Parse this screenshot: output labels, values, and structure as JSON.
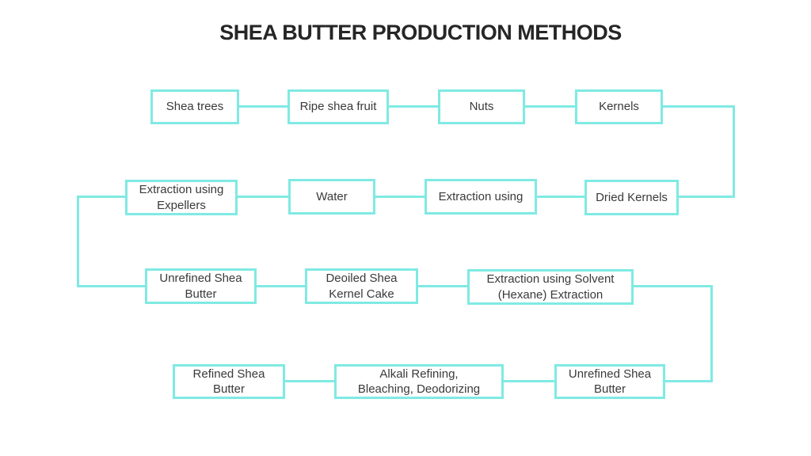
{
  "title": "SHEA BUTTER PRODUCTION METHODS",
  "colors": {
    "accent": "#7feae3",
    "text": "#3a3a3a",
    "title": "#262626",
    "background": "#ffffff"
  },
  "nodes": {
    "shea_trees": {
      "label": "Shea trees"
    },
    "ripe_shea_fruit": {
      "label": "Ripe shea fruit"
    },
    "nuts": {
      "label": "Nuts"
    },
    "kernels": {
      "label": "Kernels"
    },
    "extraction_expellers": {
      "label": "Extraction using\nExpellers"
    },
    "water": {
      "label": "Water"
    },
    "extraction_using": {
      "label": "Extraction using"
    },
    "dried_kernels": {
      "label": "Dried Kernels"
    },
    "unrefined_shea_butter_expeller": {
      "label": "Unrefined Shea\nButter"
    },
    "deoiled_shea_kernel_cake": {
      "label": "Deoiled Shea\nKernel Cake"
    },
    "extraction_solvent": {
      "label": "Extraction using Solvent\n(Hexane) Extraction"
    },
    "refined_shea_butter": {
      "label": "Refined Shea\nButter"
    },
    "alkali_refining": {
      "label": "Alkali Refining,\nBleaching, Deodorizing"
    },
    "unrefined_shea_butter_solvent": {
      "label": "Unrefined Shea\nButter"
    }
  }
}
